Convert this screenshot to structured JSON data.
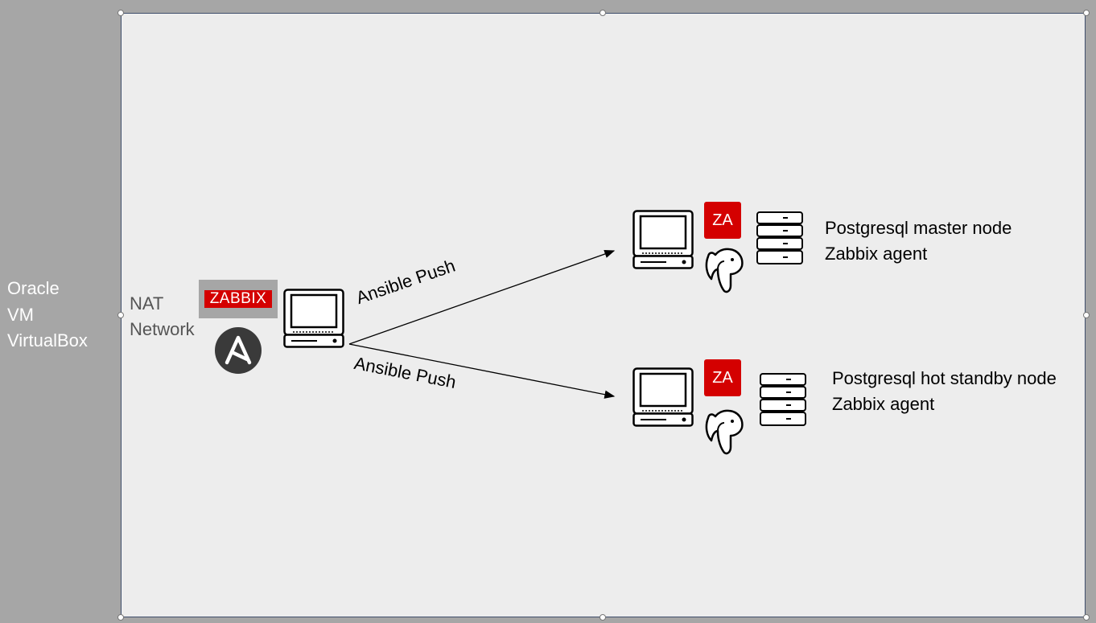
{
  "container": {
    "label_lines": [
      "Oracle",
      "VM",
      "VirtualBox"
    ]
  },
  "network": {
    "label_lines": [
      "NAT",
      "Network"
    ]
  },
  "controller": {
    "zabbix_logo_text": "ZABBIX",
    "ansible_logo": "ansible-icon"
  },
  "edges": [
    {
      "label": "Ansible Push",
      "to": "master"
    },
    {
      "label": "Ansible Push",
      "to": "standby"
    }
  ],
  "nodes": {
    "master": {
      "agent_badge_text": "ZA",
      "title": "Postgresql master node",
      "subtitle": "Zabbix agent"
    },
    "standby": {
      "agent_badge_text": "ZA",
      "title": "Postgresql hot standby node",
      "subtitle": "Zabbix agent"
    }
  },
  "colors": {
    "zabbix_red": "#d40000",
    "canvas_bg": "#ededed",
    "outer_bg": "#a6a6a6"
  }
}
